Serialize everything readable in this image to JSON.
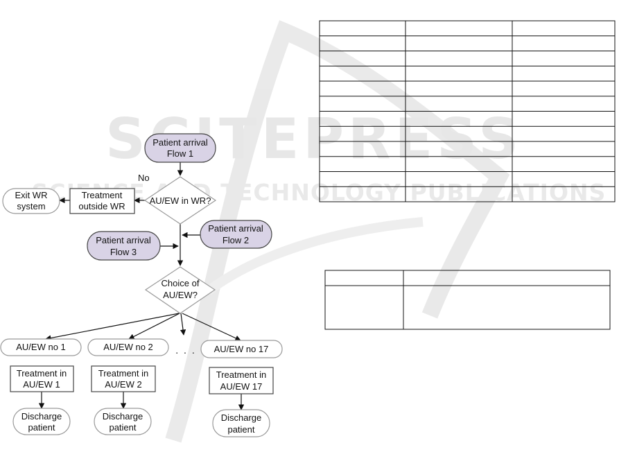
{
  "colors": {
    "process_fill": "#ffffff",
    "arrival_fill": "#d9d3e6",
    "stroke": "#444444",
    "watermark": "#e3e3e3"
  },
  "watermark": {
    "line1": "SCITEPRESS",
    "line2": "SCIENCE AND TECHNOLOGY PUBLICATIONS"
  },
  "flowchart": {
    "arrival_flow1": [
      "Patient arrival",
      "Flow 1"
    ],
    "decision_in_wr": "AU/EW in WR?",
    "label_no": "No",
    "treatment_outside": [
      "Treatment",
      "outside WR"
    ],
    "exit_wr": [
      "Exit WR",
      "system"
    ],
    "arrival_flow2": [
      "Patient arrival",
      "Flow 2"
    ],
    "arrival_flow3": [
      "Patient arrival",
      "Flow 3"
    ],
    "decision_choice": [
      "Choice of",
      "AU/EW?"
    ],
    "unit_1": "AU/EW no 1",
    "unit_2": "AU/EW no 2",
    "ellipsis": ". . .",
    "unit_17": "AU/EW no 17",
    "treatment_1": [
      "Treatment in",
      "AU/EW 1"
    ],
    "treatment_2": [
      "Treatment in",
      "AU/EW 2"
    ],
    "treatment_17": [
      "Treatment in",
      "AU/EW 17"
    ],
    "discharge_1": [
      "Discharge",
      "patient"
    ],
    "discharge_2": [
      "Discharge",
      "patient"
    ],
    "discharge_17": [
      "Discharge",
      "patient"
    ]
  },
  "table_top": {
    "rows": 12,
    "cols": 3
  },
  "table_bottom": {
    "rows": 2,
    "cols": 2
  }
}
